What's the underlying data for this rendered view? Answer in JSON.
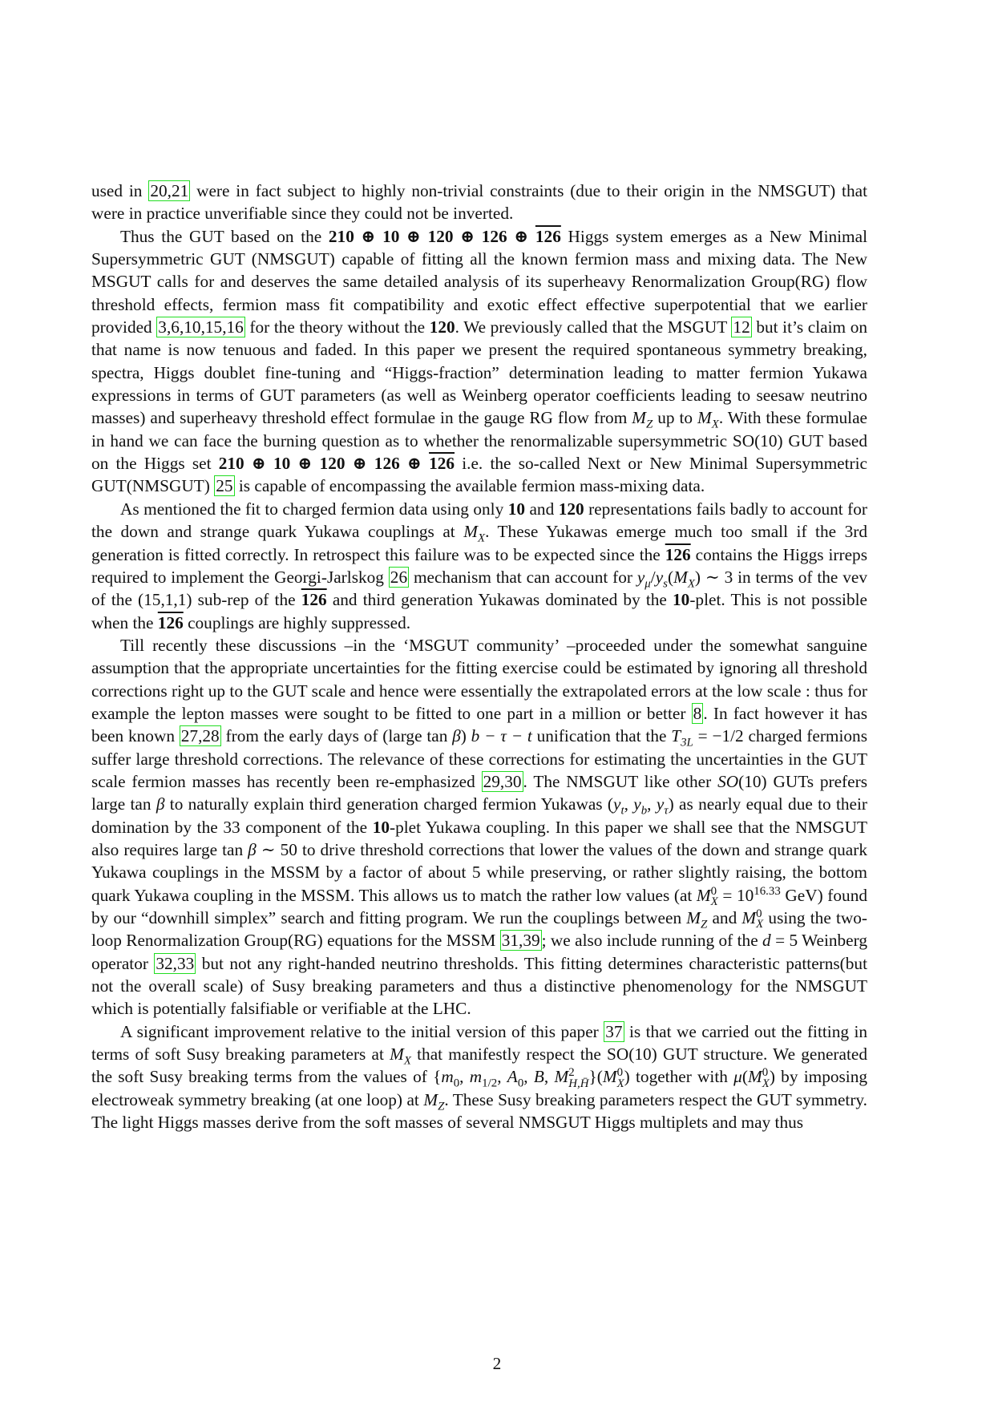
{
  "page_number": "2",
  "refs": {
    "r20": "20",
    "r21": "21",
    "r3": "3",
    "r6": "6",
    "r10": "10",
    "r15": "15",
    "r16": "16",
    "r12": "12",
    "r25": "25",
    "r26": "26",
    "r8": "8",
    "r27": "27",
    "r28": "28",
    "r29": "29",
    "r30": "30",
    "r31": "31",
    "r39": "39",
    "r32": "32",
    "r33": "33",
    "r37": "37"
  },
  "p1": {
    "t1": "used in ",
    "t2": " were in fact subject to highly non-trivial constraints (due to their origin in the NMSGUT) that were in practice unverifiable since they could not be inverted."
  },
  "p2": {
    "t1": "Thus the GUT based on the ",
    "higgs_a": "210 ⊕ 10 ⊕ 120 ⊕ 126 ⊕ ",
    "bar126": "126",
    "t2": " Higgs system emerges as a New Minimal Supersymmetric GUT (NMSGUT) capable of fitting all the known fermion mass and mixing data. The New MSGUT calls for and deserves the same detailed analysis of its superheavy Renormalization Group(RG) flow threshold effects, fermion mass fit compatibility and exotic effect effective superpotential that we earlier provided ",
    "t3": " for the theory without the ",
    "b120": "120",
    "t4": ". We previously called that the MSGUT ",
    "t5": " but it’s claim on that name is now tenuous and faded. In this paper we present the required spontaneous symmetry breaking, spectra, Higgs doublet fine-tuning and “Higgs-fraction” determination leading to matter fermion Yukawa expressions in terms of GUT parameters (as well as Weinberg operator coefficients leading to seesaw neutrino masses) and superheavy threshold effect formulae in the gauge RG flow from ",
    "mz": "M",
    "mz_sub": "Z",
    "t6": " up to ",
    "mx": "M",
    "mx_sub": "X",
    "t7": ". With these formulae in hand we can face the burning question as to whether the renormalizable supersymmetric SO(10) GUT based on the Higgs set ",
    "t8": " i.e. the so-called Next or New Minimal Supersymmetric GUT(NMSGUT) ",
    "t9": " is capable of encompassing the available fermion mass-mixing data."
  },
  "p3": {
    "t1": "As mentioned the fit to charged fermion data using only ",
    "b10": "10",
    "t2": " and ",
    "b120": "120",
    "t3": " representations fails badly to account for the down and strange quark Yukawa couplings at ",
    "t4": ". These Yukawas emerge much too small if the 3rd generation is fitted correctly. In retrospect this failure was to be expected since the ",
    "t5": " contains the Higgs irreps required to implement the Georgi-Jarlskog ",
    "t6": " mechanism that can account for ",
    "ratio": "y",
    "t7": " ∼ 3 in terms of the vev of the (15,1,1) sub-rep of the ",
    "t8": " and third generation Yukawas dominated by the ",
    "t9": "-plet. This is not possible when the ",
    "t10": " couplings are highly suppressed."
  },
  "p4": {
    "t1": "Till recently these discussions –in the ‘MSGUT community’ –proceeded under the somewhat sanguine assumption that the appropriate uncertainties for the fitting exercise could be estimated by ignoring all threshold corrections right up to the GUT scale and hence were essentially the extrapolated errors at the low scale : thus for example the lepton masses were sought to be fitted to one part in a million or better ",
    "t2": ". In fact however it has been known ",
    "t3": " from the early days of (large tan ",
    "t4": ") ",
    "t5": " unification that the ",
    "t6": " = −1/2 charged fermions suffer large threshold corrections. The relevance of these corrections for estimating the uncertainties in the GUT scale fermion masses has recently been re-emphasized ",
    "t7": ". The NMSGUT like other ",
    "t8": "(10) GUTs prefers large tan ",
    "t9": " to naturally explain third generation charged fermion Yukawas (",
    "t10": ") as nearly equal due to their domination by the 33 component of the ",
    "t11": "-plet Yukawa coupling. In this paper we shall see that the NMSGUT also requires large tan ",
    "t12": " ∼ 50 to drive threshold corrections that lower the values of the down and strange quark Yukawa couplings in the MSSM by a factor of about 5 while preserving, or rather slightly raising, the bottom quark Yukawa coupling in the MSSM. This allows us to match the rather low values (at ",
    "t13": " = 10",
    "exp": "16.33",
    "t14": " GeV) found by our “downhill simplex” search and fitting program. We run the couplings between ",
    "t15": " and ",
    "t16": " using the two-loop Renormalization Group(RG) equations for the MSSM ",
    "t17": "; we also include running of the ",
    "t18": " = 5 Weinberg operator ",
    "t19": " but not any right-handed neutrino thresholds. This fitting determines characteristic patterns(but not the overall scale) of Susy breaking parameters and thus a distinctive phenomenology for the NMSGUT which is potentially falsifiable or verifiable at the LHC."
  },
  "p5": {
    "t1": "A significant improvement relative to the initial version of this paper ",
    "t2": " is that we carried out the fitting in terms of soft Susy breaking parameters at ",
    "t3": " that manifestly respect the SO(10) GUT structure. We generated the soft Susy breaking terms from the values of {",
    "t4": "}(",
    "t5": ") together with ",
    "t6": ") by imposing electroweak symmetry breaking (at one loop) at ",
    "t7": ". These Susy breaking parameters respect the GUT symmetry. The light Higgs masses derive from the soft masses of several NMSGUT Higgs multiplets and may thus"
  }
}
